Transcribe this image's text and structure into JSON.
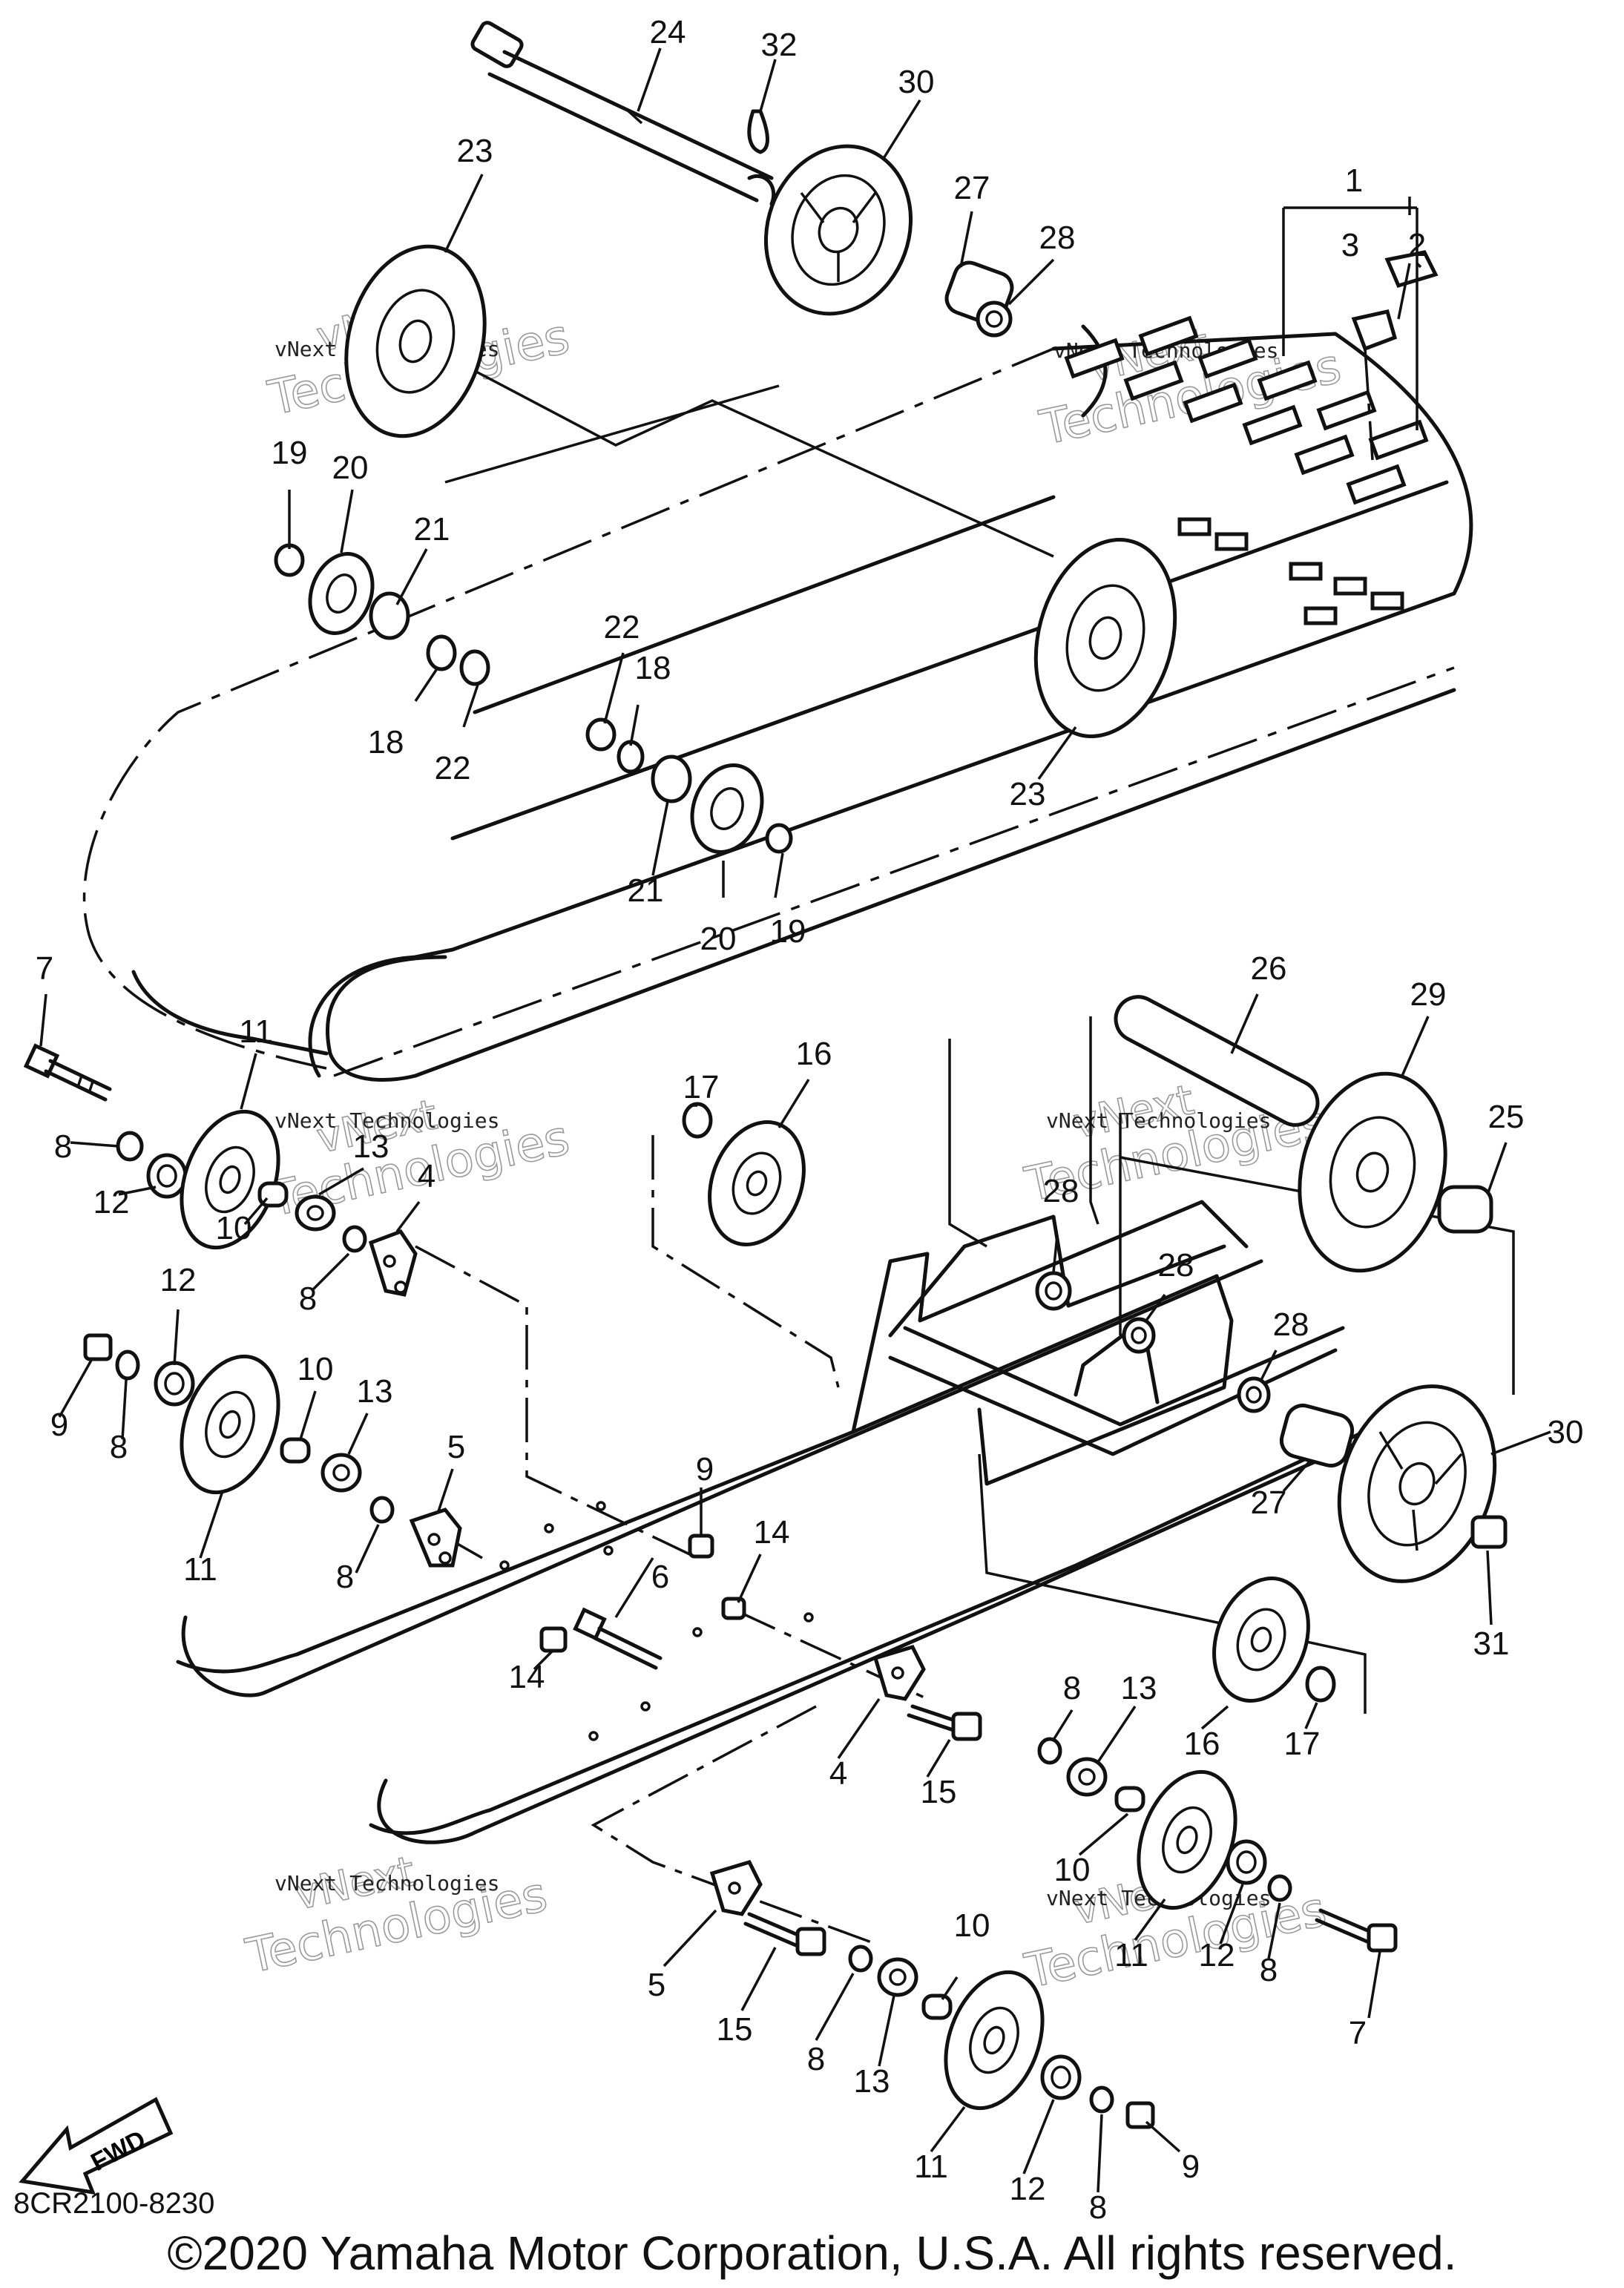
{
  "diagram": {
    "code": "8CR2100-8230",
    "copyright": "©2020 Yamaha Motor Corporation, U.S.A. All rights reserved.",
    "fwd_label": "FWD",
    "watermark": {
      "line1": "vNext",
      "line2": "Technologies",
      "combined": "vNext Technologies"
    },
    "callouts": [
      "1",
      "2",
      "3",
      "4",
      "5",
      "6",
      "7",
      "8",
      "9",
      "10",
      "11",
      "12",
      "13",
      "14",
      "15",
      "16",
      "17",
      "18",
      "19",
      "20",
      "21",
      "22",
      "23",
      "24",
      "25",
      "26",
      "27",
      "28",
      "29",
      "30",
      "31",
      "32"
    ]
  }
}
